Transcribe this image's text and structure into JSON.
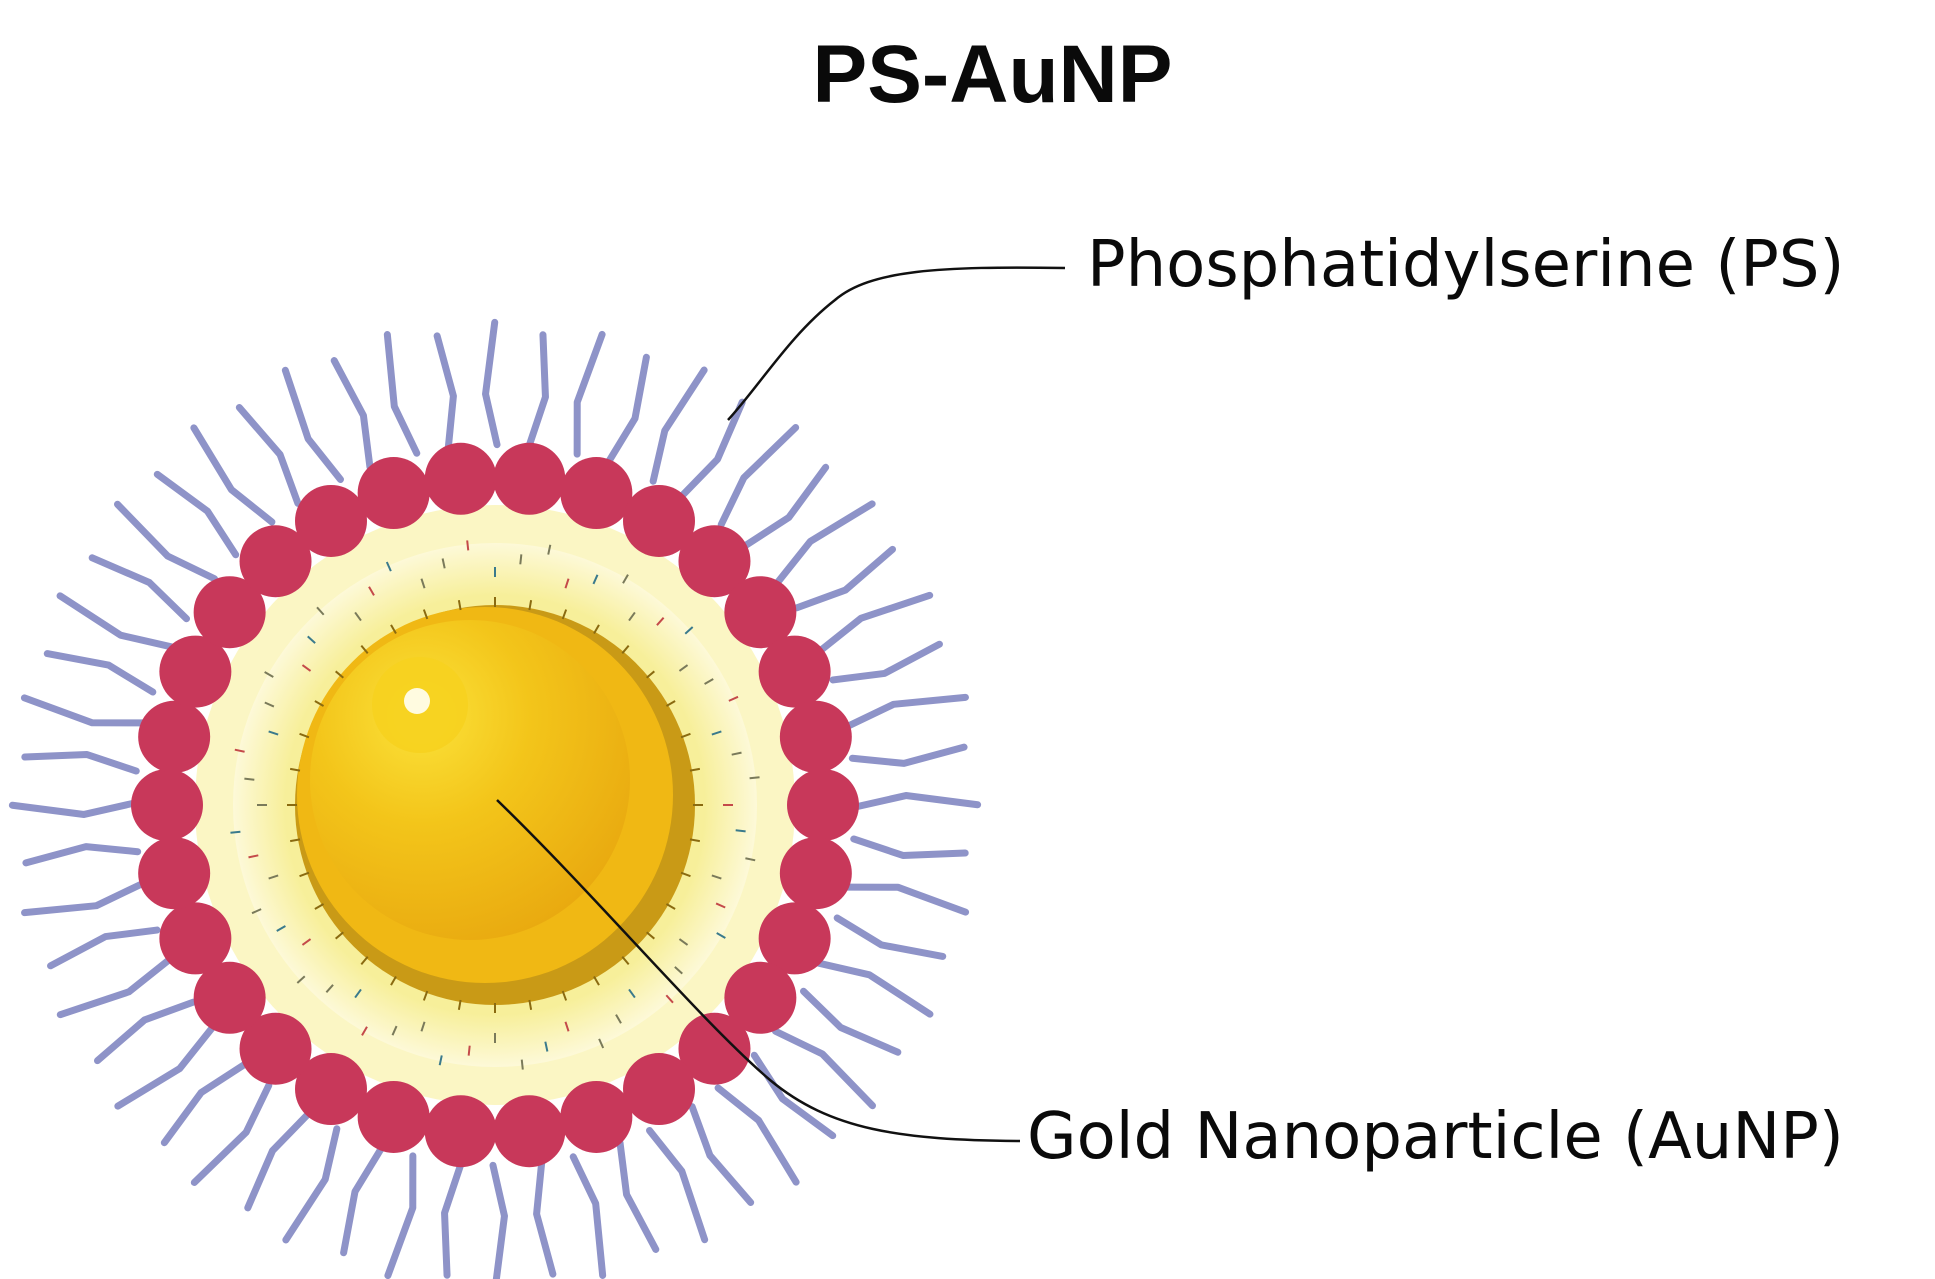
{
  "title": "PS-AuNP",
  "labels": {
    "ps": "Phosphatidylserine (PS)",
    "aunp": "Gold Nanoparticle (AuNP)"
  },
  "colors": {
    "background": "#ffffff",
    "tail": "#8e93c8",
    "head": "#c8385a",
    "halo": "#fbf6c4",
    "gold_light": "#f6d21f",
    "gold_mid": "#f0b814",
    "gold_dark": "#c99a16",
    "leader_line": "#111111"
  },
  "icons": {
    "nanoparticle": "nanoparticle-illustration"
  }
}
